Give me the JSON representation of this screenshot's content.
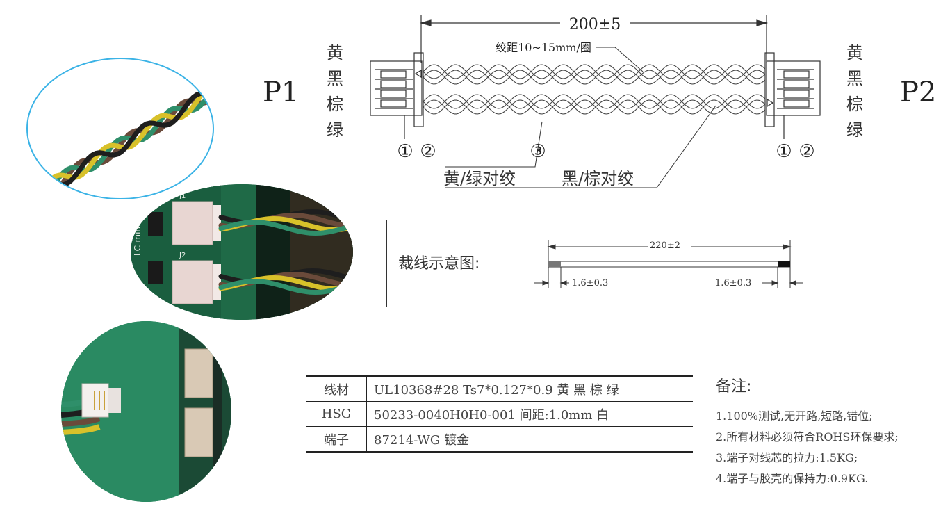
{
  "drawing": {
    "total_length": "200±5",
    "twist_pitch": "绞距10~15mm/圈",
    "p1": "P1",
    "p2": "P2",
    "left_colors": [
      "黄",
      "黑",
      "棕",
      "绿"
    ],
    "right_colors": [
      "黄",
      "黑",
      "棕",
      "绿"
    ],
    "left_circles": [
      "①",
      "②"
    ],
    "right_circles": [
      "①",
      "②"
    ],
    "mid_circle": "③",
    "pair_a": "黄/绿对绞",
    "pair_b": "黑/棕对绞",
    "wire_colors": {
      "yellow": "#d8c12a",
      "green": "#2f8f6a",
      "black": "#1e1e1e",
      "brown": "#6a4a3a",
      "pcb": "#1e6b48"
    }
  },
  "cut": {
    "title": "裁线示意图:",
    "length": "220±2",
    "strip_left": "1.6±0.3",
    "strip_right": "1.6±0.3"
  },
  "spec_table": [
    {
      "key": "线材",
      "value": "UL10368#28 Ts7*0.127*0.9  黄 黑 棕 绿"
    },
    {
      "key": "HSG",
      "value": "50233-0040H0H0-001 间距:1.0mm 白"
    },
    {
      "key": "端子",
      "value": "87214-WG 镀金"
    }
  ],
  "notes": {
    "title": "备注:",
    "items": [
      "1.100%测试,无开路,短路,错位;",
      "2.所有材料必须符合ROHS环保要求;",
      "3.端子对线芯的拉力:1.5KG;",
      "4.端子与胶壳的保持力:0.9KG."
    ]
  },
  "photos": {
    "board_label_1": "LC-miniPCIe",
    "board_label_2": "J1",
    "board_label_3": "J2"
  }
}
